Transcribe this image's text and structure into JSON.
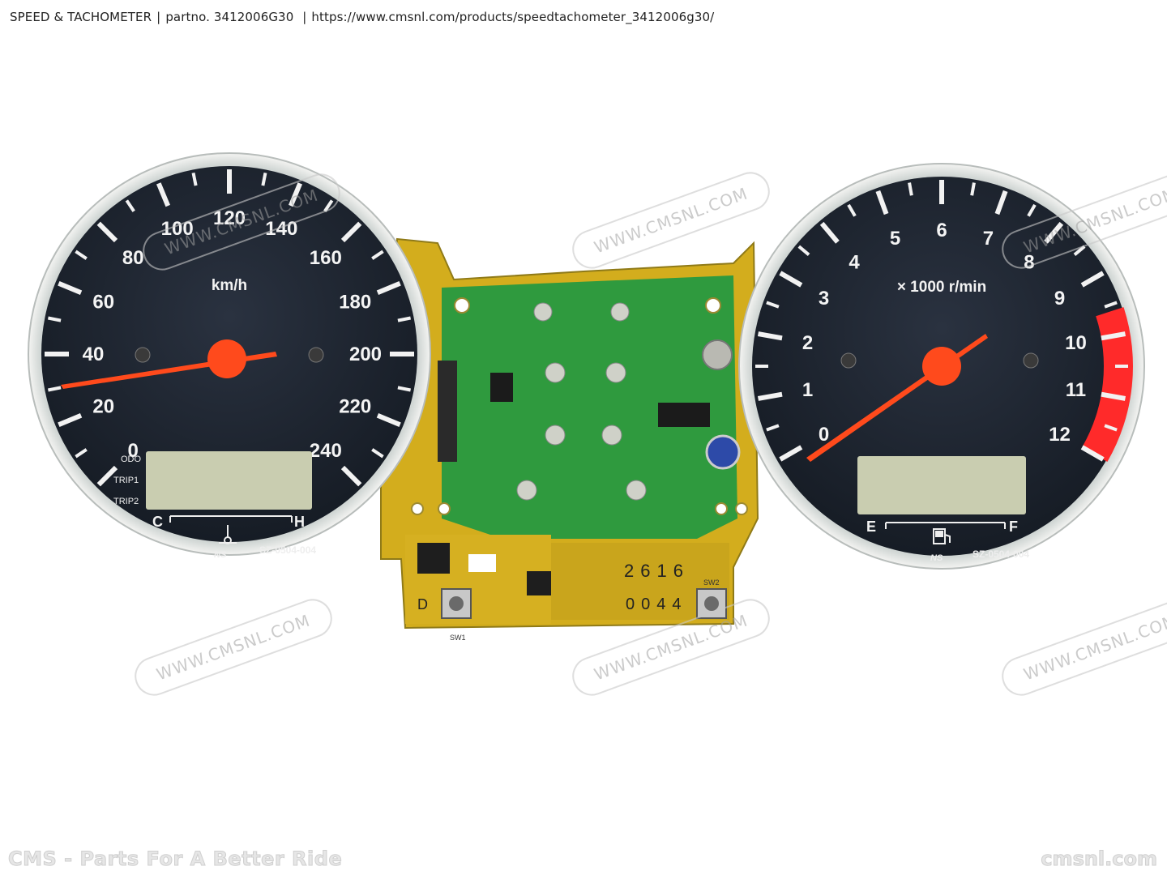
{
  "caption": {
    "title": "SPEED & TACHOMETER",
    "part": "partno. 3412006G30",
    "url": "https://www.cmsnl.com/products/speedtachometer_3412006g30/"
  },
  "speedometer": {
    "ticks": [
      "0",
      "20",
      "40",
      "60",
      "80",
      "100",
      "120",
      "140",
      "160",
      "180",
      "200",
      "220",
      "240"
    ],
    "unit": "km/h",
    "lcd_labels": [
      "ODO",
      "TRIP1",
      "TRIP2"
    ],
    "temp_low": "C",
    "temp_high": "H",
    "part_code": "SZ-0504-004",
    "brand_mark": "NS"
  },
  "tachometer": {
    "ticks": [
      "0",
      "1",
      "2",
      "3",
      "4",
      "5",
      "6",
      "7",
      "8",
      "9",
      "10",
      "11",
      "12"
    ],
    "unit": "× 1000 r/min",
    "fuel_empty": "E",
    "fuel_full": "F",
    "part_code": "SZ-0504-004",
    "brand_mark": "NS"
  },
  "board": {
    "stamp_top": "2616",
    "stamp_bottom": "0044",
    "switch_1": "SW1",
    "switch_2": "SW2"
  },
  "watermarks": [
    "WWW.CMSNL.COM",
    "WWW.CMSNL.COM",
    "WWW.CMSNL.COM",
    "WWW.CMSNL.COM",
    "WWW.CMSNL.COM",
    "WWW.CMSNL.COM"
  ],
  "footer": {
    "left": "CMS - Parts For A Better Ride",
    "right": "cmsnl.com"
  },
  "colors": {
    "dial_face": "#1f2630",
    "needle": "#ff4a1c",
    "redzone": "#ff2a2a",
    "pcb_yellow": "#d8b21f",
    "pcb_green": "#2a9a3a",
    "lcd": "#c9cdb0"
  }
}
